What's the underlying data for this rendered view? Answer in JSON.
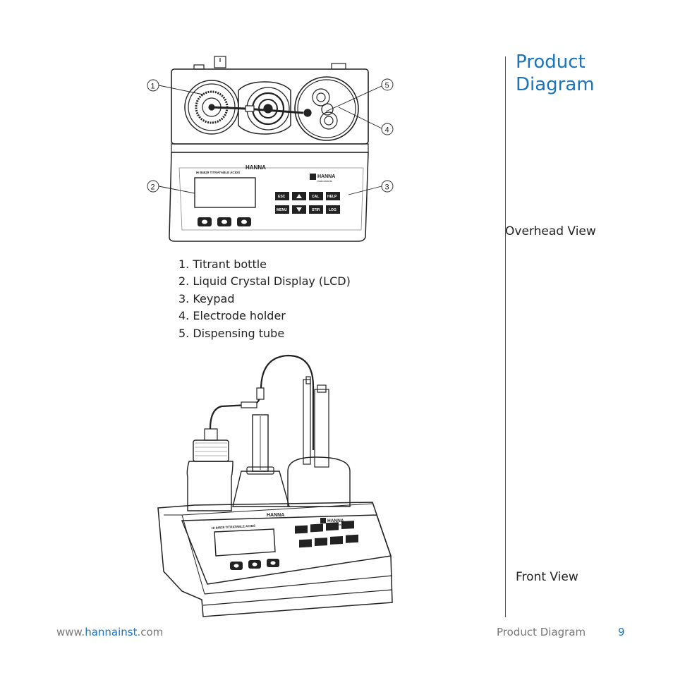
{
  "page": {
    "title_line1": "Product",
    "title_line2": "Diagram",
    "overhead_label": "Overhead View",
    "front_label": "Front View",
    "accent_color": "#1b75bc"
  },
  "legend": [
    "1. Titrant bottle",
    "2. Liquid Crystal Display (LCD)",
    "3. Keypad",
    "4. Electrode holder",
    "5. Dispensing tube"
  ],
  "callouts": [
    "1",
    "2",
    "3",
    "4",
    "5"
  ],
  "device": {
    "model_label": "HI 84529 TITRATABLE ACIDS",
    "brand": "HANNA",
    "brand_sub": "instruments",
    "keys": [
      "ESC",
      "CAL",
      "HELP",
      "MENU",
      "STIR",
      "LOG"
    ]
  },
  "footer": {
    "url_prefix": "www.",
    "url_brand": "hannainst",
    "url_suffix": ".com",
    "section": "Product Diagram",
    "page_number": "9"
  }
}
